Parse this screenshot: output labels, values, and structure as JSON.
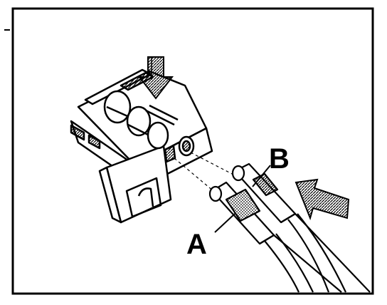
{
  "figure": {
    "callouts": [
      {
        "id": "A",
        "text": "A"
      },
      {
        "id": "B",
        "text": "B"
      }
    ],
    "icons": [
      "down-arrow-icon",
      "left-arrow-icon",
      "connector-housing",
      "plug-a",
      "plug-b",
      "cable-pair"
    ],
    "colors": {
      "ink": "#000000",
      "paper": "#ffffff",
      "hatch": "#555555"
    }
  }
}
